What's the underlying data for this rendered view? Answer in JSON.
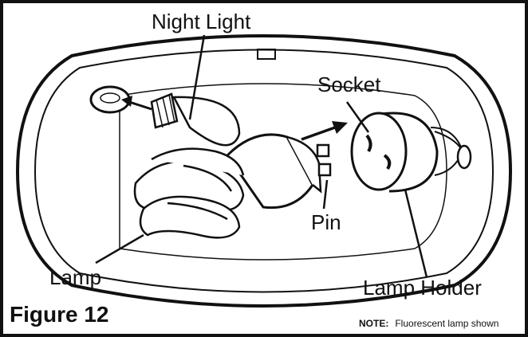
{
  "labels": {
    "night_light": "Night Light",
    "socket": "Socket",
    "pin": "Pin",
    "lamp": "Lamp",
    "lamp_holder": "Lamp Holder"
  },
  "figure": {
    "title": "Figure 12",
    "note_label": "NOTE:",
    "note_text": "Fluorescent lamp shown"
  }
}
